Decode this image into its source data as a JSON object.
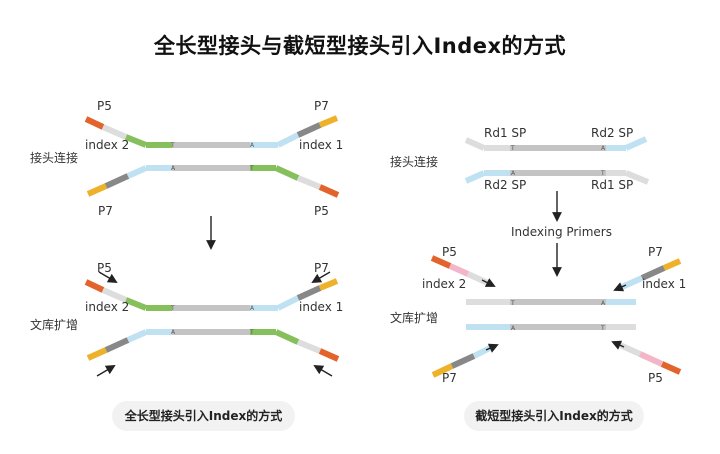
{
  "title": "全长型接头与截短型接头引入Index的方式",
  "colors": {
    "p5": "#e2632b",
    "p7": "#eeb12a",
    "index_green": "#86c05d",
    "index_gray": "#888888",
    "index_pink": "#f2b6c8",
    "rd_blue": "#bfe1f1",
    "light_gray": "#dddddd",
    "insert": "#c4c4c4",
    "arrow": "#222222"
  },
  "left": {
    "ligation": {
      "label": "接头连接",
      "top_p5": "P5",
      "top_p7": "P7",
      "index2": "index 2",
      "index1": "index 1",
      "bottom_p7": "P7",
      "bottom_p5": "P5",
      "base_top_left": "T",
      "base_top_right": "A",
      "base_bottom_left": "A",
      "base_bottom_right": "T"
    },
    "amplification": {
      "label": "文库扩增",
      "p5": "P5",
      "p7": "P7",
      "index2": "index 2",
      "index1": "index 1",
      "base_top_left": "T",
      "base_top_right": "A",
      "base_bottom_left": "A",
      "base_bottom_right": "T"
    },
    "caption": "全长型接头引入Index的方式"
  },
  "right": {
    "ligation": {
      "label": "接头连接",
      "rd1_top": "Rd1 SP",
      "rd2_top": "Rd2 SP",
      "rd2_bottom": "Rd2 SP",
      "rd1_bottom": "Rd1 SP",
      "base_top_left": "T",
      "base_top_right": "A",
      "base_bottom_left": "A",
      "base_bottom_right": "T"
    },
    "indexing_primers": "Indexing Primers",
    "amplification": {
      "label": "文库扩增",
      "p5": "P5",
      "p7": "P7",
      "index2": "index 2",
      "index1": "index 1",
      "bottom_p7": "P7",
      "bottom_p5": "P5",
      "base_top_left": "T",
      "base_top_right": "A",
      "base_bottom_left": "A",
      "base_bottom_right": "T"
    },
    "caption": "截短型接头引入Index的方式"
  }
}
